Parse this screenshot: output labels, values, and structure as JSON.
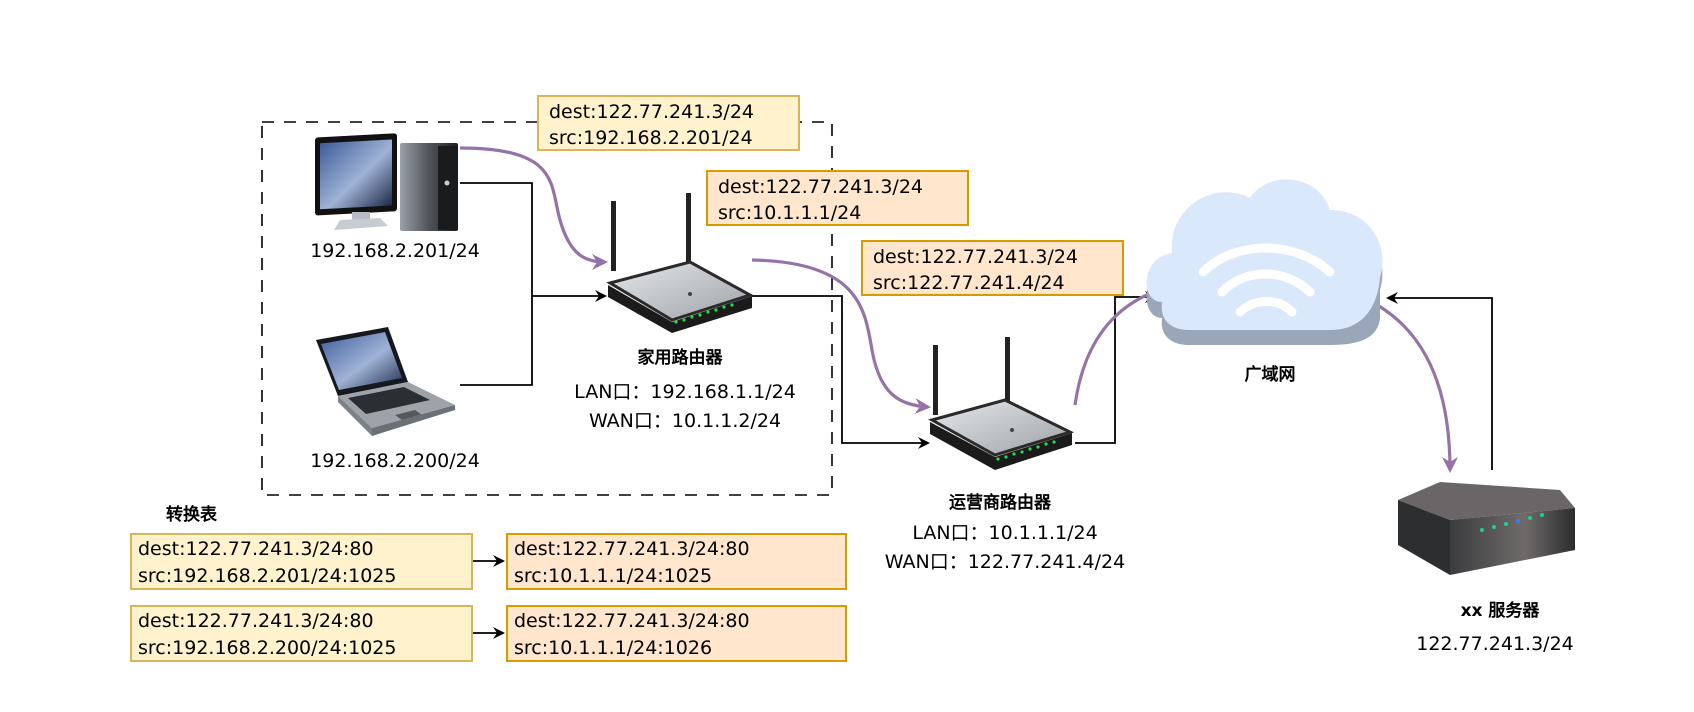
{
  "colors": {
    "packet_home_fill": "#fff2cc",
    "packet_home_border": "#d6b656",
    "packet_nat_fill": "#ffe6cc",
    "packet_nat_border": "#d79b00",
    "flow_arrow": "#9673a6",
    "cloud_fill": "#dae8fc",
    "cloud_shadow": "#9aa7b8"
  },
  "packets": [
    {
      "dest": "dest:122.77.241.3/24",
      "src": "src:192.168.2.201/24"
    },
    {
      "dest": "dest:122.77.241.3/24",
      "src": "src:10.1.1.1/24"
    },
    {
      "dest": "dest:122.77.241.3/24",
      "src": "src:122.77.241.4/24"
    }
  ],
  "devices": {
    "desktop": {
      "icon": "desktop-computer-icon",
      "ip": "192.168.2.201/24"
    },
    "laptop": {
      "icon": "laptop-icon",
      "ip": "192.168.2.200/24"
    },
    "home_router": {
      "icon": "wifi-router-icon",
      "name": "家用路由器",
      "lan": "LAN口：192.168.1.1/24",
      "wan": "WAN口：10.1.1.2/24"
    },
    "isp_router": {
      "icon": "wifi-router-icon",
      "name": "运营商路由器",
      "lan": "LAN口：10.1.1.1/24",
      "wan": "WAN口：122.77.241.4/24"
    },
    "wan_cloud": {
      "icon": "cloud-icon",
      "name": "广域网"
    },
    "server": {
      "icon": "server-box-icon",
      "name": "xx 服务器",
      "ip": "122.77.241.3/24"
    }
  },
  "nat_table": {
    "title": "转换表",
    "rows": [
      {
        "before": {
          "dest": "dest:122.77.241.3/24:80",
          "src": "src:192.168.2.201/24:1025"
        },
        "after": {
          "dest": "dest:122.77.241.3/24:80",
          "src": "src:10.1.1.1/24:1025"
        }
      },
      {
        "before": {
          "dest": "dest:122.77.241.3/24:80",
          "src": "src:192.168.2.200/24:1025"
        },
        "after": {
          "dest": "dest:122.77.241.3/24:80",
          "src": "src:10.1.1.1/24:1026"
        }
      }
    ]
  }
}
